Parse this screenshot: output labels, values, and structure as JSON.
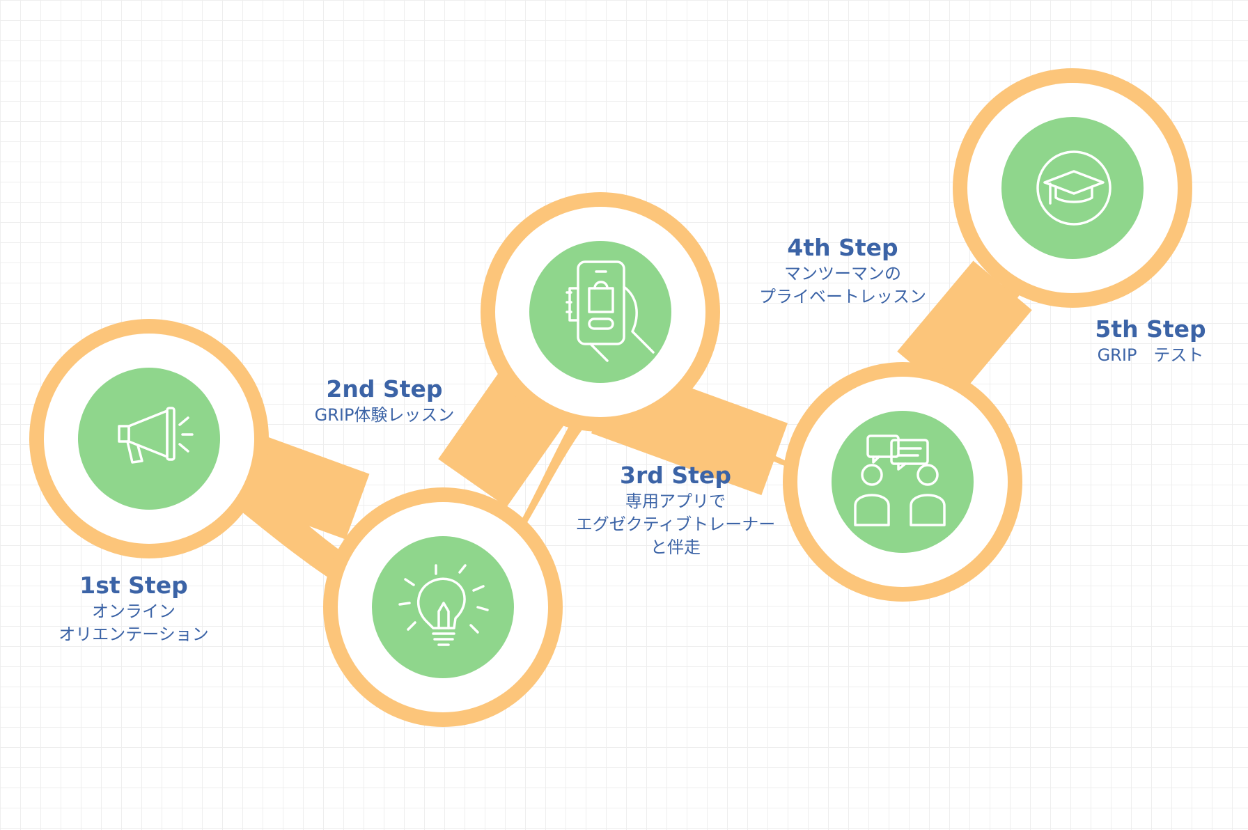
{
  "colors": {
    "track": "#fcc57a",
    "ring_inner": "#ffffff",
    "node": "#8fd68c",
    "icon_stroke": "#ffffff",
    "text": "#3b63a6"
  },
  "steps": [
    {
      "title": "1st Step",
      "description": "オンライン\nオリエンテーション",
      "icon": "megaphone-icon"
    },
    {
      "title": "2nd Step",
      "description": "GRIP体験レッスン",
      "icon": "lightbulb-icon"
    },
    {
      "title": "3rd Step",
      "description": "専用アプリで\nエグゼクティブトレーナー\nと伴走",
      "icon": "smartphone-shopping-icon"
    },
    {
      "title": "4th Step",
      "description": "マンツーマンの\nプライベートレッスン",
      "icon": "conversation-icon"
    },
    {
      "title": "5th Step",
      "description": "GRIP　テスト",
      "icon": "graduation-cap-icon"
    }
  ]
}
